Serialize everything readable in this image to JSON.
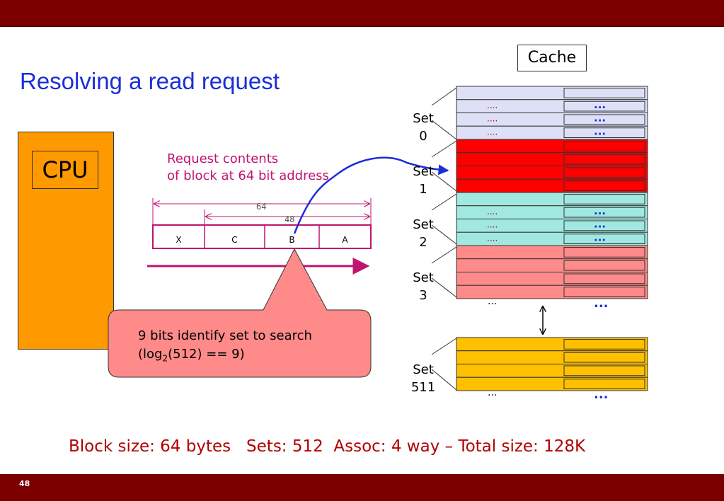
{
  "slide": {
    "title": "Resolving a read request",
    "number": "48"
  },
  "cpu": {
    "label": "CPU"
  },
  "request": {
    "line1": "Request contents",
    "line2": "of block at 64 bit address"
  },
  "address": {
    "total_bits": "64",
    "upper_bits": "48",
    "fields": [
      "X",
      "C",
      "B",
      "A"
    ]
  },
  "cache": {
    "label": "Cache",
    "sets": [
      {
        "word": "Set",
        "num": "0"
      },
      {
        "word": "Set",
        "num": "1"
      },
      {
        "word": "Set",
        "num": "2"
      },
      {
        "word": "Set",
        "num": "3"
      },
      {
        "word": "Set",
        "num": "511"
      }
    ],
    "dots_small": "....",
    "dots_blue": "...",
    "ellipsis": "..."
  },
  "callout": {
    "prefix": "9 bits identify set to search",
    "log": "(log",
    "sub": "2",
    "rest": "(512) == 9)"
  },
  "footer": "Block size: 64 bytes   Sets: 512  Assoc: 4 way – Total size: 128K",
  "colors": {
    "bar": "#7a0000",
    "title": "#1a2fd6",
    "cpu": "#ff9900",
    "set0": "#dde0f7",
    "set1": "#ff0000",
    "set2": "#a0e8e0",
    "set3": "#ff8a8a",
    "set511": "#ffc000",
    "callout": "#ff8a8a",
    "magenta": "#c0146e"
  }
}
